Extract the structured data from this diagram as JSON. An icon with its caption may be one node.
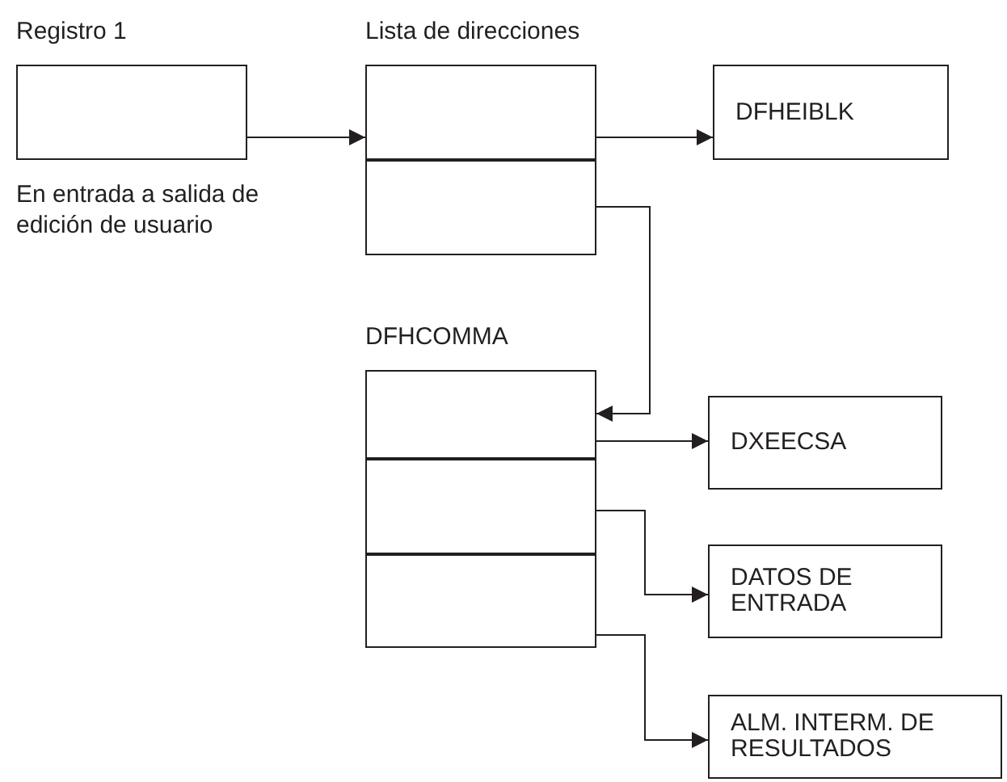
{
  "diagram": {
    "nodes": [
      {
        "text": [
          "Registro 1"
        ],
        "beside": [
          "En entrada a salida de edición de usuario"
        ]
      },
      {
        "text": [
          "Lista de direcciones"
        ]
      },
      {
        "text": [],
        "shape": "box"
      },
      {
        "text": [
          "DFHEIBLK"
        ]
      },
      {
        "text": [
          "DFHCOMMA"
        ]
      },
      {
        "text": [],
        "shape": "box"
      },
      {
        "text": [],
        "shape": "box"
      },
      {
        "text": [
          "DXEECSA"
        ]
      },
      {
        "text": [
          "DATOS DE ENTRADA"
        ]
      },
      {
        "text": [
          "ALM. INTERM. DE RESULTADOS"
        ]
      }
    ],
    "edges": [
      {
        "from": 0,
        "to": 1,
        "arrow": "to"
      },
      {
        "from": 1,
        "to": 3,
        "arrow": "to"
      },
      {
        "from": 2,
        "to": 4,
        "arrow": "to"
      },
      {
        "from": 4,
        "to": 7,
        "arrow": "to"
      },
      {
        "from": 5,
        "to": 8,
        "arrow": "to"
      },
      {
        "from": 6,
        "to": 9,
        "arrow": "to"
      }
    ]
  }
}
